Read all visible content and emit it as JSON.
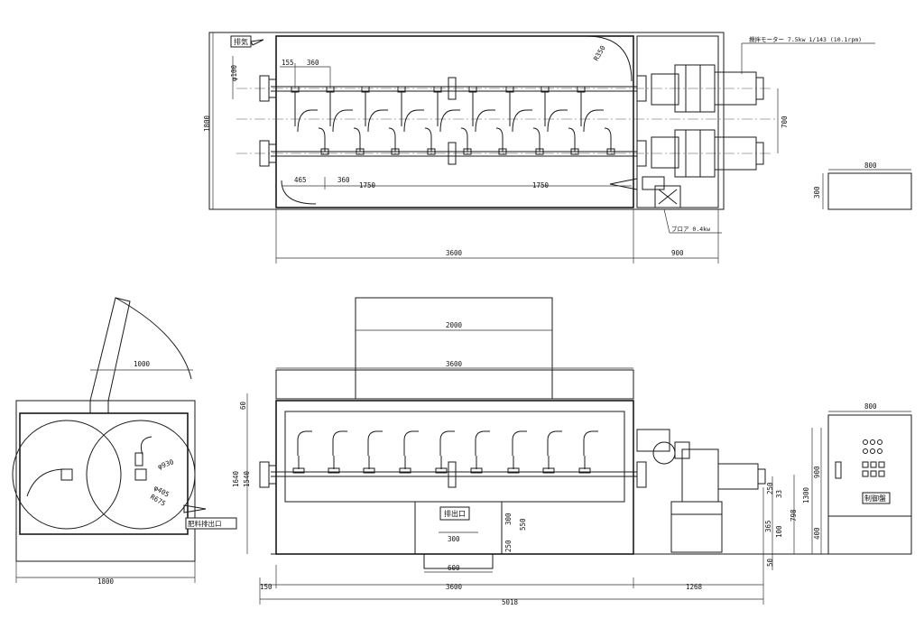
{
  "top_view": {
    "label_exhaust": "排気",
    "dim_phi100": "φ100",
    "dim_155": "155",
    "dim_360_top": "360",
    "dim_r350": "R350",
    "motor_spec": "攪拌モーター 7.5kw 1/143 (10.1rpm)",
    "dim_1800": "1800",
    "dim_700": "700",
    "dim_465": "465",
    "dim_360_bottom": "360",
    "dim_1750_left": "1750",
    "dim_1750_right": "1750",
    "blower_spec": "ブロア 0.4kw",
    "dim_3600": "3600",
    "dim_900": "900"
  },
  "side_view": {
    "dim_1000": "1000",
    "dim_phi930": "φ930",
    "dim_phi405": "φ405",
    "dim_r675": "R675",
    "label_fert_outlet": "肥料排出口",
    "dim_1800": "1800"
  },
  "front_view": {
    "dim_2000": "2000",
    "dim_3600_top": "3600",
    "dim_60": "60",
    "dim_1640": "1640",
    "dim_1540": "1540",
    "label_discharge": "排出口",
    "dim_300_a": "300",
    "dim_550": "550",
    "dim_300_b": "300",
    "dim_250_a": "250",
    "dim_600": "600",
    "dim_250_b": "250",
    "dim_33": "33",
    "dim_365": "365",
    "dim_100": "100",
    "dim_798": "798",
    "dim_1300": "1300",
    "dim_50": "50",
    "dim_150": "150",
    "dim_3600_bottom": "3600",
    "dim_1268": "1268",
    "dim_5018": "5018"
  },
  "panel_top": {
    "dim_800": "800",
    "dim_300": "300"
  },
  "control_panel": {
    "dim_800": "800",
    "dim_900": "900",
    "dim_400": "400",
    "label": "制御盤"
  }
}
